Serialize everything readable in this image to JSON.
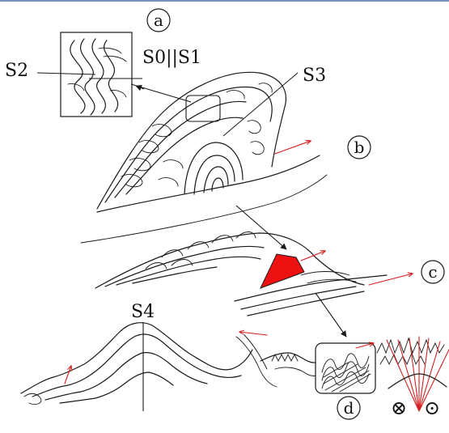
{
  "labels": {
    "a": "a",
    "b": "b",
    "c": "c",
    "d": "d",
    "s0s1": "S0||S1",
    "s2": "S2",
    "s3": "S3",
    "s4": "S4",
    "cross_symbol": "⊗",
    "dot_symbol": "⊙"
  },
  "colors": {
    "ink": "#1a1a1a",
    "accent_red": "#ee1111",
    "top_rule": "#4a6fa5"
  }
}
